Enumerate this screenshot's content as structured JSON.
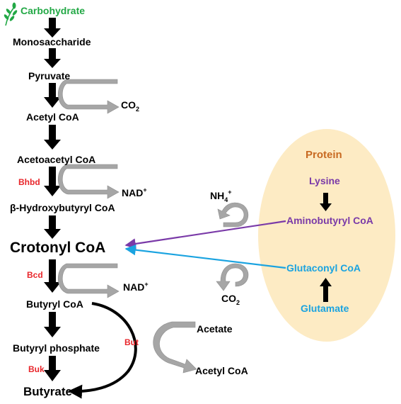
{
  "pathway": {
    "carbohydrate": "Carbohydrate",
    "monosaccharide": "Monosaccharide",
    "pyruvate": "Pyruvate",
    "co2_1": "CO",
    "co2_1_sub": "2",
    "acetyl_coa": "Acetyl CoA",
    "acetoacetyl_coa": "Acetoacetyl CoA",
    "nad_1": "NAD",
    "nad_1_sup": "+",
    "hydroxybutyryl_coa": "β-Hydroxybutyryl CoA",
    "crotonyl_coa": "Crotonyl CoA",
    "nad_2": "NAD",
    "nad_2_sup": "+",
    "butyryl_coa": "Butyryl CoA",
    "butyryl_phosphate": "Butyryl phosphate",
    "butyrate": "Butyrate",
    "acetate": "Acetate",
    "acetyl_coa_2": "Acetyl CoA"
  },
  "enzymes": {
    "bhbd": "Bhbd",
    "bcd": "Bcd",
    "but": "But",
    "buk": "Buk"
  },
  "protein": {
    "title": "Protein",
    "lysine": "Lysine",
    "aminobutyryl_coa": "Aminobutyryl CoA",
    "glutaconyl_coa": "Glutaconyl CoA",
    "glutamate": "Glutamate",
    "nh4": "NH",
    "nh4_sub": "4",
    "nh4_sup": "+",
    "co2": "CO",
    "co2_sub": "2"
  },
  "colors": {
    "enzyme": "#e8262b",
    "carbohydrate": "#22a845",
    "protein_title": "#c86a22",
    "lysine_branch": "#7a3aa8",
    "glutamate_branch": "#1aa3e0",
    "protein_bg": "#fdebc4",
    "side_arrow": "#a6a6a6"
  },
  "icons": {
    "carbohydrate": "plant-sprig-icon"
  }
}
